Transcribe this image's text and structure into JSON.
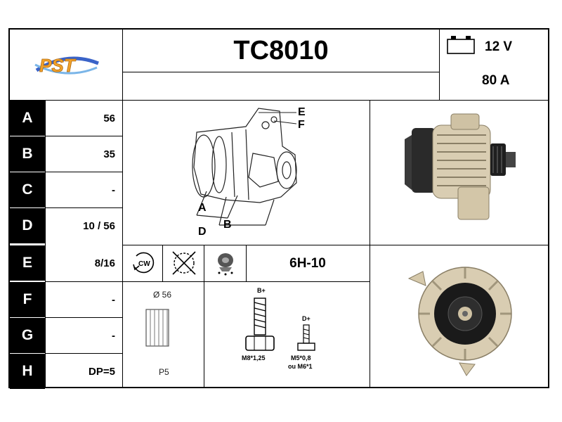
{
  "header": {
    "logo_text": "PST",
    "part_number": "TC8010",
    "voltage": "12 V",
    "amperage": "80 A"
  },
  "dimensions": [
    {
      "letter": "A",
      "value": "56"
    },
    {
      "letter": "B",
      "value": "35"
    },
    {
      "letter": "C",
      "value": "-"
    },
    {
      "letter": "D",
      "value": "10 / 56"
    },
    {
      "letter": "E",
      "value": "8/16"
    },
    {
      "letter": "F",
      "value": "-"
    },
    {
      "letter": "G",
      "value": "-"
    },
    {
      "letter": "H",
      "value": "DP=5"
    }
  ],
  "diagram_labels": {
    "e": "E",
    "f": "F",
    "a": "A",
    "b": "B",
    "d": "D"
  },
  "icons": {
    "rotation": "CW",
    "rotation_icon": "clockwise-rotation-icon",
    "regulator_icon": "crossed-regulator-icon",
    "fan_icon": "fan-icon"
  },
  "pulley": {
    "code": "6H-10",
    "diameter": "Ø 56",
    "type": "P5"
  },
  "terminals": {
    "b_plus": "B+",
    "b_thread": "M8*1,25",
    "d_plus": "D+",
    "d_thread_1": "M5*0,8",
    "d_thread_2": "ou M6*1"
  },
  "colors": {
    "label_bg": "#000000",
    "label_fg": "#ffffff",
    "logo_orange": "#f2a22a",
    "logo_blue": "#3a63c8"
  }
}
